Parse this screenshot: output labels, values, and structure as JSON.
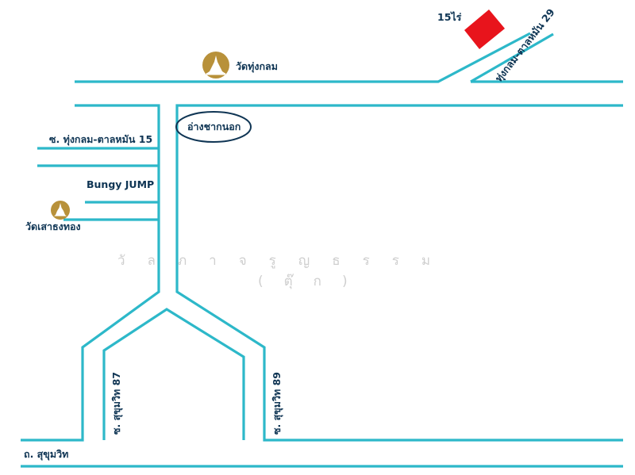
{
  "labels": {
    "plot": "15ไร่",
    "wat_thung_klom": "วัดทุ่งกลม",
    "soi_29": "ทุ่งกลม-ตาลหมัน 29",
    "ang_chak_nok": "อ่างชากนอก",
    "soi_15": "ซ. ทุ่งกลม-ตาลหมัน 15",
    "bungy": "Bungy JUMP",
    "wat_sao_thong": "วัดเสาธงทอง",
    "soi_87": "ซ. สุขุมวิท 87",
    "soi_89": "ซ. สุขุมวิท 89",
    "sukhumvit": "ถ. สุขุมวิท"
  },
  "watermark": {
    "line1": "วัลภาจรูญธรรม",
    "line2": "(ตุ๊ก)"
  },
  "colors": {
    "road": "#2db8c9",
    "text": "#0f3554",
    "plot": "#e8141c",
    "temple": "#b8913a",
    "watermark": "#cfcfcf"
  },
  "icons": [
    "temple-icon",
    "temple-icon"
  ]
}
